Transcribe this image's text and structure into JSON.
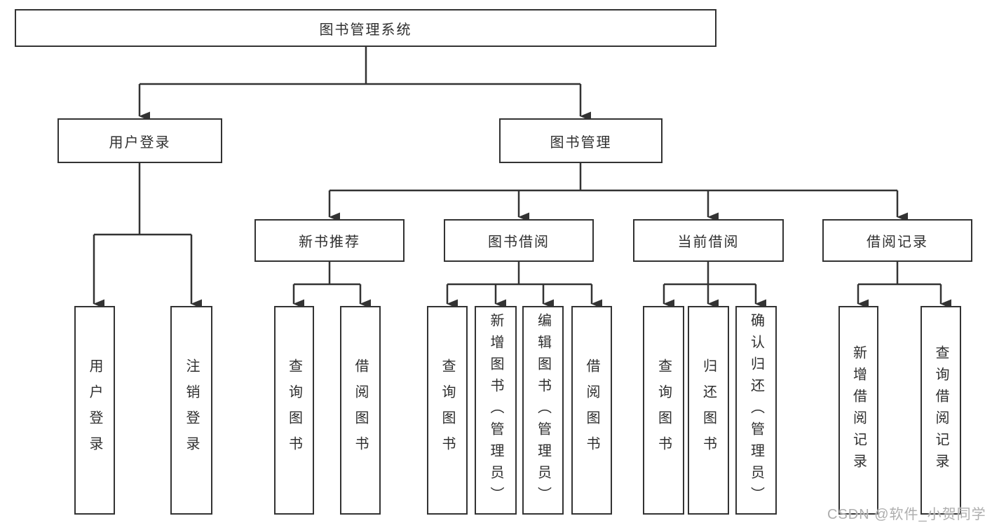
{
  "diagram": {
    "title": "图书管理系统",
    "watermark": "CSDN @软件_小贺同学",
    "colors": {
      "background": "#ffffff",
      "line": "#333333",
      "box_border": "#333333",
      "text": "#2f2f2f",
      "watermark": "#aeaeae"
    },
    "nodes": {
      "root": "图书管理系统",
      "user_login": "用户登录",
      "book_management": "图书管理",
      "new_book_recommend": "新书推荐",
      "book_borrowing": "图书借阅",
      "current_borrowing": "当前借阅",
      "borrowing_records": "借阅记录",
      "leaf_user_login": "用户登录",
      "leaf_logout": "注销登录",
      "leaf_query_books_rec": "查询图书",
      "leaf_borrow_books_rec": "借阅图书",
      "leaf_query_books_borrow": "查询图书",
      "leaf_add_books_admin": "新增图书（管理员）",
      "leaf_edit_books_admin": "编辑图书（管理员）",
      "leaf_borrow_books_borrow": "借阅图书",
      "leaf_query_books_current": "查询图书",
      "leaf_return_books": "归还图书",
      "leaf_confirm_return_admin": "确认归还（管理员）",
      "leaf_add_borrow_record": "新增借阅记录",
      "leaf_query_borrow_record": "查询借阅记录"
    },
    "structure": {
      "root": "图书管理系统",
      "children": [
        {
          "label": "用户登录",
          "children": [
            "用户登录",
            "注销登录"
          ]
        },
        {
          "label": "图书管理",
          "children": [
            {
              "label": "新书推荐",
              "children": [
                "查询图书",
                "借阅图书"
              ]
            },
            {
              "label": "图书借阅",
              "children": [
                "查询图书",
                "新增图书（管理员）",
                "编辑图书（管理员）",
                "借阅图书"
              ]
            },
            {
              "label": "当前借阅",
              "children": [
                "查询图书",
                "归还图书",
                "确认归还（管理员）"
              ]
            },
            {
              "label": "借阅记录",
              "children": [
                "新增借阅记录",
                "查询借阅记录"
              ]
            }
          ]
        }
      ]
    }
  }
}
